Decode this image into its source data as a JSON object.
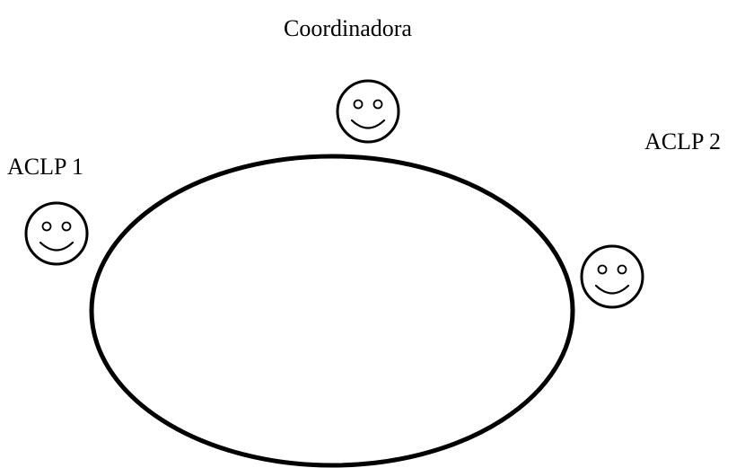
{
  "labels": {
    "coordinator": "Coordinadora",
    "aclp1": "ACLP 1",
    "aclp2": "ACLP 2"
  },
  "colors": {
    "stroke": "#000000",
    "background": "#ffffff"
  },
  "icons": {
    "participant": "smiley-face-icon",
    "table": "ellipse-table"
  }
}
